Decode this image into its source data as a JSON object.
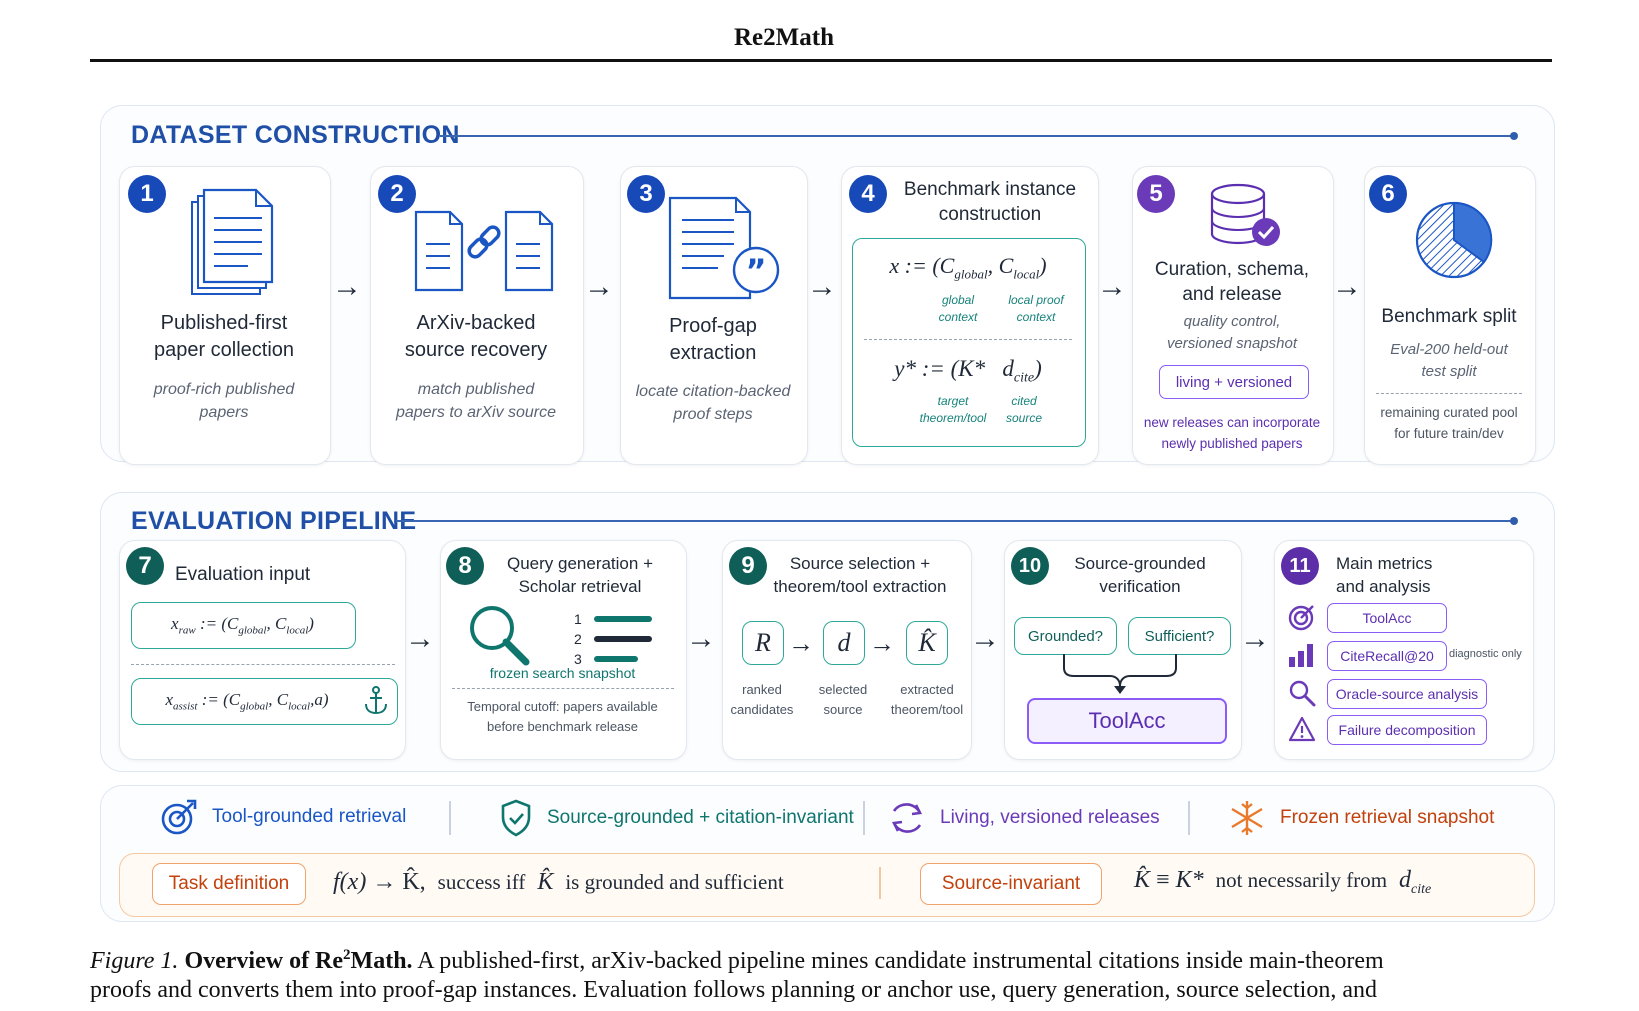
{
  "header": {
    "title": "Re2Math"
  },
  "dataset": {
    "title": "DATASET CONSTRUCTION",
    "steps": [
      {
        "num": "1",
        "title1": "Published-first",
        "title2": "paper collection",
        "sub1": "proof-rich published",
        "sub2": "papers"
      },
      {
        "num": "2",
        "title1": "ArXiv-backed",
        "title2": "source recovery",
        "sub1": "match published",
        "sub2": "papers to arXiv source"
      },
      {
        "num": "3",
        "title1": "Proof-gap",
        "title2": "extraction",
        "sub1": "locate citation-backed",
        "sub2": "proof steps"
      },
      {
        "num": "4",
        "title1": "Benchmark instance",
        "title2": "construction",
        "x_formula_lhs": "x := (C",
        "x_formula_g": "global",
        "x_formula_mid": ", C",
        "x_formula_l": "local",
        "x_formula_end": ")",
        "lbl_global1": "global",
        "lbl_global2": "context",
        "lbl_local1": "local proof",
        "lbl_local2": "context",
        "y_formula_lhs": "y* := (K*",
        "y_formula_d": "d",
        "y_formula_cite": "cite",
        "y_formula_end": ")",
        "lbl_target1": "target",
        "lbl_target2": "theorem/tool",
        "lbl_cited1": "cited",
        "lbl_cited2": "source"
      },
      {
        "num": "5",
        "title1": "Curation, schema,",
        "title2": "and release",
        "sub1": "quality control,",
        "sub2": "versioned snapshot",
        "pill": "living + versioned",
        "note1": "new releases can incorporate",
        "note2": "newly published papers"
      },
      {
        "num": "6",
        "title1": "Benchmark split",
        "sub1": "Eval-200 held-out",
        "sub2": "test split",
        "note1": "remaining curated pool",
        "note2": "for future train/dev"
      }
    ]
  },
  "evaluation": {
    "title": "EVALUATION PIPELINE",
    "step7": {
      "num": "7",
      "title": "Evaluation input",
      "raw_x": "x",
      "raw_sub": "raw",
      "raw_rest": " := (C",
      "raw_g": "global",
      "raw_mid": ", C",
      "raw_l": "local",
      "raw_end": ")",
      "assist_x": "x",
      "assist_sub": "assist",
      "assist_rest": " := (C",
      "assist_g": "global",
      "assist_mid": ", C",
      "assist_l": "local",
      "assist_end": ",a)"
    },
    "step8": {
      "num": "8",
      "title1": "Query generation +",
      "title2": "Scholar retrieval",
      "ranks": [
        "1",
        "2",
        "3"
      ],
      "snapshot": "frozen search snapshot",
      "note1": "Temporal cutoff: papers available",
      "note2": "before benchmark release"
    },
    "step9": {
      "num": "9",
      "title1": "Source selection +",
      "title2": "theorem/tool extraction",
      "r": "R",
      "d": "d",
      "k": "K̂",
      "lbl_r1": "ranked",
      "lbl_r2": "candidates",
      "lbl_d1": "selected",
      "lbl_d2": "source",
      "lbl_k1": "extracted",
      "lbl_k2": "theorem/tool"
    },
    "step10": {
      "num": "10",
      "title1": "Source-grounded",
      "title2": "verification",
      "grounded": "Grounded?",
      "sufficient": "Sufficient?",
      "toolacc": "ToolAcc"
    },
    "step11": {
      "num": "11",
      "title1": "Main metrics",
      "title2": "and analysis",
      "metrics": [
        "ToolAcc",
        "CiteRecall@20",
        "Oracle-source analysis",
        "Failure decomposition"
      ],
      "diag": "diagnostic only"
    }
  },
  "legend": {
    "items": [
      "Tool-grounded retrieval",
      "Source-grounded + citation-invariant",
      "Living, versioned releases",
      "Frozen retrieval snapshot"
    ],
    "task_label": "Task definition",
    "task_f": "f(x)",
    "task_arrow": " → K̂,",
    "task_success": "success iff",
    "task_k": "K̂",
    "task_rest": "is grounded and sufficient",
    "source_label": "Source-invariant",
    "inv_k": "K̂",
    "inv_eq": "≡",
    "inv_kstar": "K*",
    "inv_not": "not necessarily from",
    "inv_d": "d",
    "inv_cite": "cite"
  },
  "caption": {
    "fig": "Figure 1.",
    "bold_pre": "Overview of Re",
    "sup": "2",
    "bold_post": "Math.",
    "text1": "A published-first, arXiv-backed pipeline mines candidate instrumental citations inside main-theorem",
    "text2": "proofs and converts them into proof-gap instances. Evaluation follows planning or anchor use, query generation, source selection, and"
  },
  "colors": {
    "blue": "#1749b8",
    "purple": "#6b3ab8",
    "teal": "#0f5f58",
    "orange": "#c2410c"
  }
}
